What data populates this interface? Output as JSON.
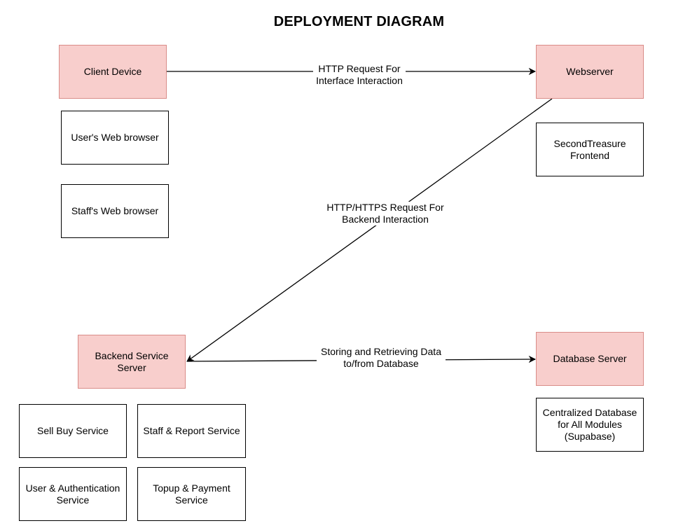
{
  "title": "DEPLOYMENT DIAGRAM",
  "nodes": {
    "client_device": "Client Device",
    "webserver": "Webserver",
    "backend_server": "Backend Service\nServer",
    "database_server": "Database Server"
  },
  "components": {
    "users_web_browser": "User's Web browser",
    "staffs_web_browser": "Staff's Web browser",
    "secondtreasure_frontend": "SecondTreasure\nFrontend",
    "sell_buy_service": "Sell Buy Service",
    "staff_report_service": "Staff & Report Service",
    "user_auth_service": "User & Authentication\nService",
    "topup_payment_service": "Topup & Payment\nService",
    "centralized_database": "Centralized Database\nfor All Modules\n(Supabase)"
  },
  "edges": {
    "client_to_webserver": "HTTP Request For\nInterface Interaction",
    "webserver_to_backend": "HTTP/HTTPS Request For\nBackend Interaction",
    "backend_to_database": "Storing and Retrieving Data\nto/from Database"
  },
  "colors": {
    "node_fill": "#f8cecc",
    "node_border": "#d98c88",
    "component_border": "#000000",
    "edge": "#000000"
  }
}
